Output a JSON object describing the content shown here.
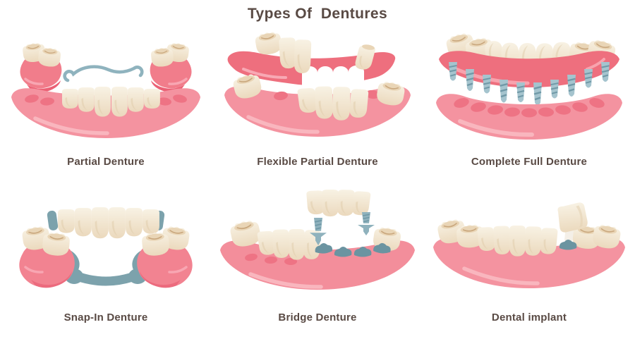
{
  "title": "Types Of  Dentures",
  "panels": [
    {
      "label": "Partial Denture"
    },
    {
      "label": "Flexible Partial Denture"
    },
    {
      "label": "Complete Full Denture"
    },
    {
      "label": "Snap-In Denture"
    },
    {
      "label": "Bridge Denture"
    },
    {
      "label": "Dental implant"
    }
  ],
  "colors": {
    "background": "#FFFFFF",
    "text": "#594A44",
    "gum_light": "#F493A0",
    "gum_scallop": "#EE7384",
    "gum_pad": "#F17D8B",
    "denture_base": "#EE6F7E",
    "tooth_light": "#F8F2E4",
    "tooth_shade": "#EBD9BD",
    "metal_wire": "#8FB3BE",
    "metal_screw_light": "#A5C4CE",
    "metal_screw_dark": "#7099A7",
    "metal_frame": "#7CA2AC",
    "abutment": "#6B94A1"
  }
}
